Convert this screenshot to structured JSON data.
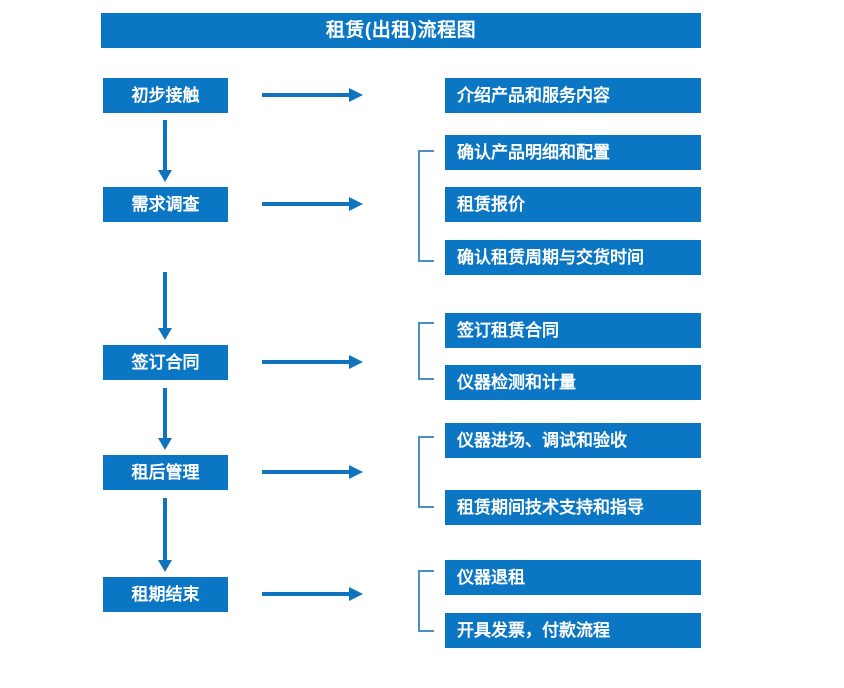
{
  "title": {
    "text": "租赁(出租)流程图"
  },
  "colors": {
    "box_blue": "#0b76c4",
    "arrow_blue": "#1073bd",
    "bracket_blue": "#4a90c8",
    "text_white": "#ffffff",
    "background": "#ffffff"
  },
  "stages": [
    {
      "label": "初步接触"
    },
    {
      "label": "需求调查"
    },
    {
      "label": "签订合同"
    },
    {
      "label": "租后管理"
    },
    {
      "label": "租期结束"
    }
  ],
  "details": [
    {
      "label": "介绍产品和服务内容"
    },
    {
      "label": "确认产品明细和配置"
    },
    {
      "label": "租赁报价"
    },
    {
      "label": "确认租赁周期与交货时间"
    },
    {
      "label": "签订租赁合同"
    },
    {
      "label": "仪器检测和计量"
    },
    {
      "label": "仪器进场、调试和验收"
    },
    {
      "label": "租赁期间技术支持和指导"
    },
    {
      "label": "仪器退租"
    },
    {
      "label": "开具发票，付款流程"
    }
  ],
  "flow": {
    "stage_to_detail_arrows": 5,
    "stage_to_stage_arrows": 4,
    "bracket_groups": 4
  }
}
